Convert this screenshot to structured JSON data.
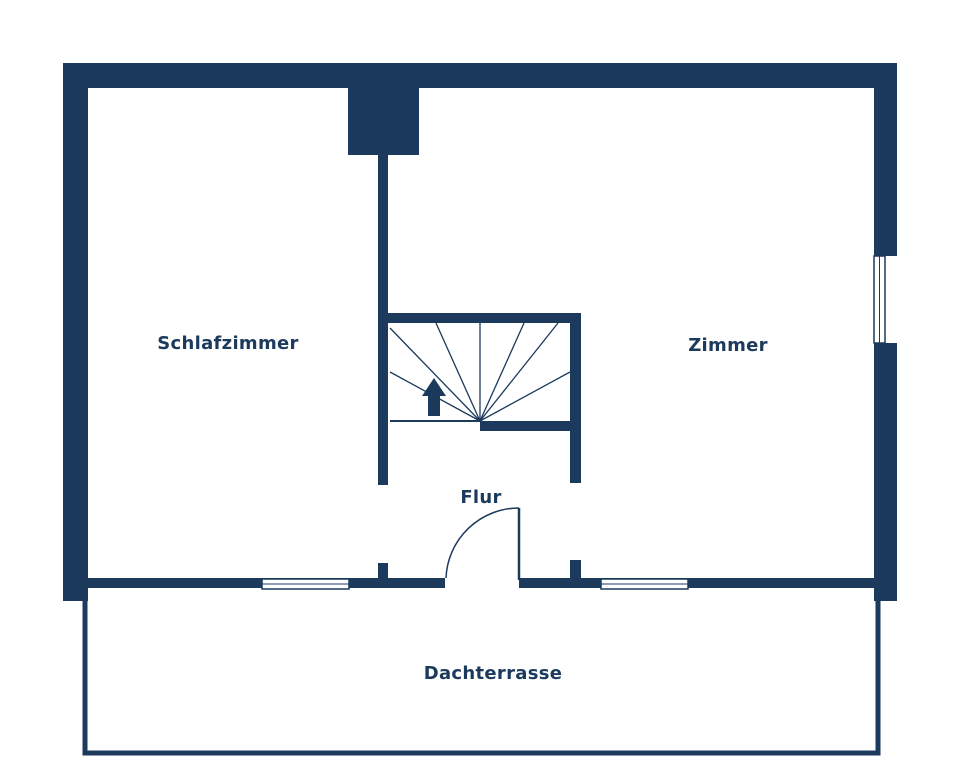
{
  "colors": {
    "wall": "#1b3a5c",
    "background": "#ffffff",
    "window_fill": "#ffffff",
    "line": "#1b3a5c"
  },
  "rooms": {
    "bedroom": "Schlafzimmer",
    "room": "Zimmer",
    "hallway": "Flur",
    "roof_terrace": "Dachterrasse"
  },
  "icons": {
    "stair_direction": "arrow-up-icon"
  }
}
